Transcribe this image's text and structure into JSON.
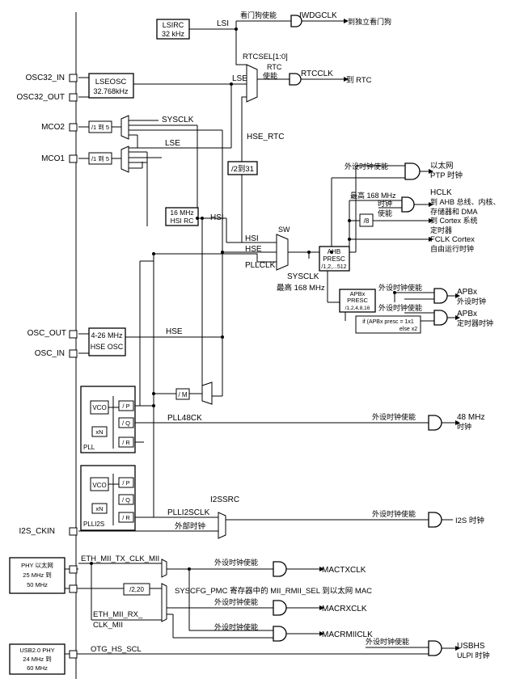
{
  "pins": {
    "osc32_in": "OSC32_IN",
    "osc32_out": "OSC32_OUT",
    "mco2": "MCO2",
    "mco1": "MCO1",
    "osc_out": "OSC_OUT",
    "osc_in": "OSC_IN",
    "i2s_ckin": "I2S_CKIN"
  },
  "blocks": {
    "lsirc": [
      "LSIRC",
      "32 kHz"
    ],
    "lseosc": [
      "LSEOSC",
      "32.768kHz"
    ],
    "div1to5_a": "/1 到 5",
    "div1to5_b": "/1 到 5",
    "div2to31": "/2到31",
    "hsirc": [
      "16 MHz",
      "HSI RC"
    ],
    "hseosc": [
      "4-26 MHz",
      "HSE OSC"
    ],
    "div_m": "/ M",
    "ahb": [
      "AHB",
      "PRESC",
      "/1,2,...512"
    ],
    "div8": "/8",
    "apbx": [
      "APBx",
      "PRESC",
      "/1,2,4,8,16"
    ],
    "apbx_cond": [
      "if (APBx presc = 1x1",
      "else x2"
    ],
    "pll": {
      "vco": "VCO",
      "p": "/ P",
      "q": "/ Q",
      "r": "/ R",
      "xn": "xN",
      "name": "PLL"
    },
    "plli2s": {
      "vco": "VCO",
      "p": "/ P",
      "q": "/ Q",
      "r": "/ R",
      "xn": "xN",
      "name": "PLLI2S"
    },
    "div220": "/2,20",
    "phy_eth": [
      "PHY 以太网",
      "25 MHz 到",
      "50 MHz"
    ],
    "phy_usb": [
      "USB2.0 PHY",
      "24 MHz 到",
      "60 MHz"
    ]
  },
  "signals": {
    "lsi": "LSI",
    "lse": "LSE",
    "lse2": "LSE",
    "rtcsel": "RTCSEL[1:0]",
    "rtc_en": [
      "RTC",
      "使能"
    ],
    "hse_rtc": "HSE_RTC",
    "sysclk_mco": "SYSCLK",
    "hsi": "HSI",
    "sw": "SW",
    "sw_hsi": "HSI",
    "sw_hse": "HSE",
    "sw_pllclk": "PLLCLK",
    "sysclk": "SYSCLK",
    "max168": "最高 168 MHz",
    "max168_b": "最高 168 MHz",
    "hse": "HSE",
    "pll48ck": "PLL48CK",
    "i2ssrc": "I2SSRC",
    "plli2sclk": "PLLI2SCLK",
    "ext_clk": "外部时钟",
    "eth_tx": "ETH_MII_TX_CLK_MII",
    "eth_rx": [
      "ETH_MII_RX_",
      "CLK_MII"
    ],
    "mii_sel": "SYSCFG_PMC 寄存器中的 MII_RMII_SEL 到以太网 MAC",
    "otg": "OTG_HS_SCL"
  },
  "outputs": {
    "wdg_en": "看门狗使能",
    "iwdgclk": "IWDGCLK",
    "to_iwdg": "到独立看门狗",
    "rtcclk": "RTCCLK",
    "to_rtc": "到 RTC",
    "periph_en": "外设时钟使能",
    "ptp": [
      "以太网",
      "PTP 时钟"
    ],
    "hclk": [
      "HCLK",
      "到 AHB 总线、内核、",
      "存储器和 DMA"
    ],
    "clk_en": [
      "时钟",
      "使能"
    ],
    "cortex_timer": [
      "到 Cortex 系统",
      "定时器"
    ],
    "fclk": [
      "FCLK Cortex",
      "自由运行时钟"
    ],
    "apbx_periph": [
      "APBx",
      "外设时钟"
    ],
    "apbx_timer": [
      "APBx",
      "定时器时钟"
    ],
    "clk48": [
      "48 MHz",
      "时钟"
    ],
    "i2s": "I2S 时钟",
    "mactxclk": "MACTXCLK",
    "macrxclk": "MACRXCLK",
    "macrmiiclk": "MACRMIICLK",
    "usbhs": [
      "USBHS",
      "ULPI 时钟"
    ]
  }
}
